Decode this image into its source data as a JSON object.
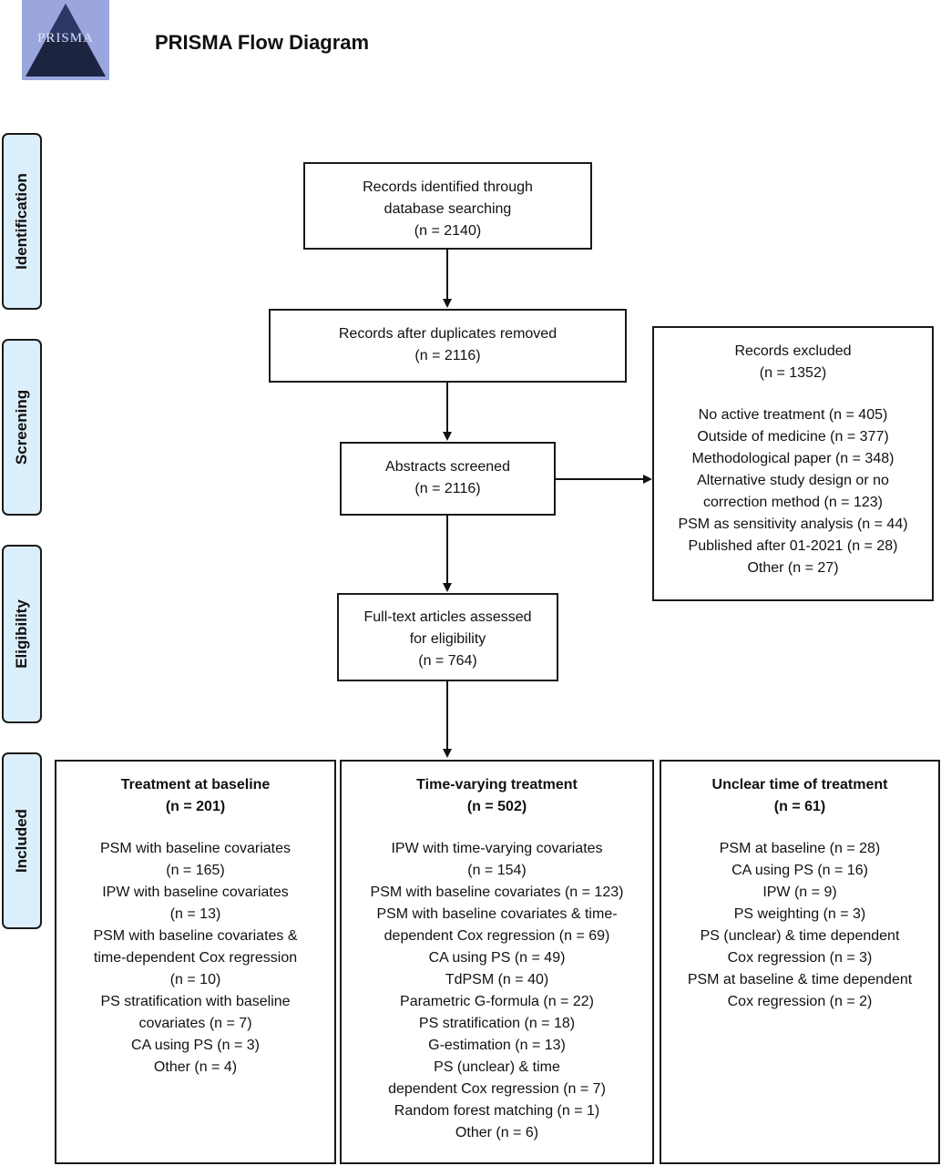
{
  "header": {
    "title": "PRISMA Flow Diagram",
    "logo_text": "PRISMA"
  },
  "stages": {
    "identification": "Identification",
    "screening": "Screening",
    "eligibility": "Eligibility",
    "included": "Included"
  },
  "boxes": {
    "identified": [
      "Records identified through",
      "database searching",
      "(n = 2140)"
    ],
    "deduplicated": [
      "Records after duplicates removed",
      "(n = 2116)"
    ],
    "screened": [
      "Abstracts screened",
      "(n = 2116)"
    ],
    "fulltext": [
      "Full-text articles assessed",
      "for eligibility",
      "(n = 764)"
    ],
    "excluded": {
      "heading": [
        "Records excluded",
        "(n = 1352)"
      ],
      "items": [
        "No active treatment (n = 405)",
        "Outside of medicine (n = 377)",
        "Methodological paper (n = 348)",
        "Alternative study design or no",
        "correction method (n = 123)",
        "PSM as sensitivity analysis (n = 44)",
        "Published after 01-2021 (n = 28)",
        "Other (n = 27)"
      ]
    },
    "baseline": {
      "heading": [
        "Treatment at baseline",
        "(n = 201)"
      ],
      "items": [
        "PSM with baseline covariates",
        "(n = 165)",
        "IPW with baseline covariates",
        "(n = 13)",
        "PSM with baseline covariates &",
        "time-dependent Cox regression",
        "(n = 10)",
        "PS stratification with baseline",
        "covariates (n = 7)",
        "CA using PS (n = 3)",
        "Other (n = 4)"
      ]
    },
    "timevarying": {
      "heading": [
        "Time-varying treatment",
        "(n = 502)"
      ],
      "items": [
        "IPW with time-varying covariates",
        "(n = 154)",
        "PSM with baseline covariates (n = 123)",
        "PSM with baseline covariates & time-",
        "dependent Cox regression (n = 69)",
        "CA using PS (n = 49)",
        "TdPSM (n = 40)",
        "Parametric G-formula (n = 22)",
        "PS stratification (n = 18)",
        "G-estimation (n = 13)",
        "PS (unclear) & time",
        "dependent Cox regression (n = 7)",
        "Random forest matching (n = 1)",
        "Other (n = 6)"
      ]
    },
    "unclear": {
      "heading": [
        "Unclear time of treatment",
        "(n = 61)"
      ],
      "items": [
        "PSM at baseline (n = 28)",
        "CA using PS (n = 16)",
        "IPW (n = 9)",
        "PS weighting (n = 3)",
        "PS (unclear) & time dependent",
        "Cox regression (n = 3)",
        "PSM at baseline & time dependent",
        "Cox regression (n = 2)"
      ]
    }
  }
}
